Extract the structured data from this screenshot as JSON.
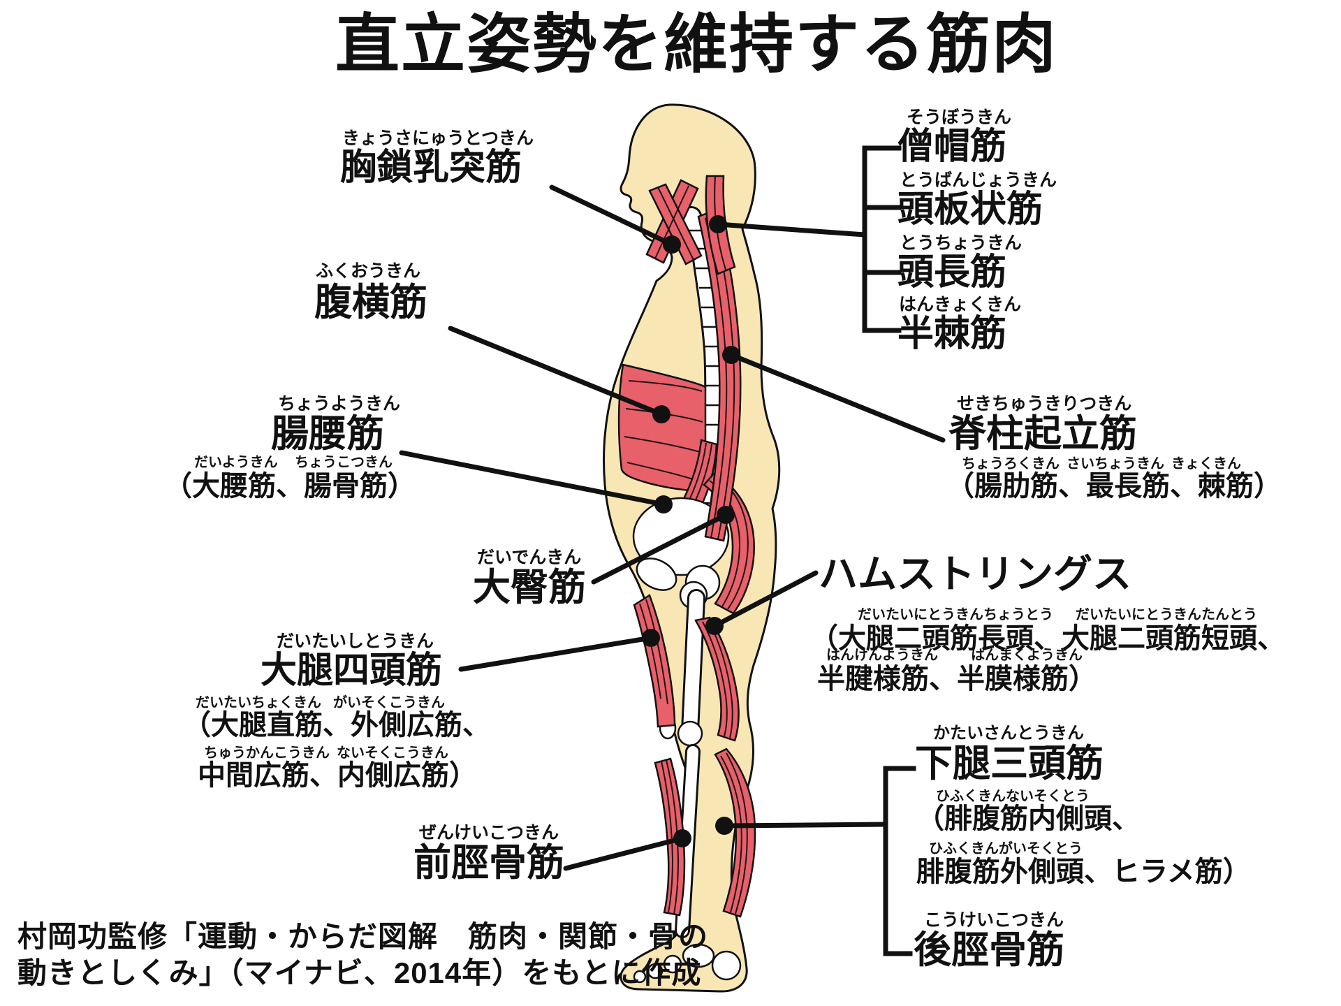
{
  "title": "直立姿勢を維持する筋肉",
  "credit_line1": "村岡功監修「運動・からだ図解　筋肉・関節・骨の",
  "credit_line2": "動きとしくみ」（マイナビ、2014年）をもとに作成",
  "colors": {
    "skin": "#F8E7B4",
    "muscle": "#E7606A",
    "outline": "#111111",
    "bone": "#FFFFFF",
    "stripe": "#1d1414"
  },
  "labels": {
    "scm": {
      "furigana": "きょうさにゅうとつきん",
      "kanji": "胸鎖乳突筋"
    },
    "transverse_abdominis": {
      "furigana": "ふくおうきん",
      "kanji": "腹横筋"
    },
    "iliopsoas": {
      "furigana": "ちょうようきん",
      "kanji": "腸腰筋",
      "sub_furigana1": "だいようきん",
      "sub_furigana2": "ちょうこつきん",
      "sub_kanji": "（大腰筋、腸骨筋）"
    },
    "gluteus_maximus": {
      "furigana": "だいでんきん",
      "kanji": "大臀筋"
    },
    "quadriceps": {
      "furigana": "だいたいしとうきん",
      "kanji": "大腿四頭筋",
      "sub1_furigana1": "だいたいちょくきん",
      "sub1_furigana2": "がいそくこうきん",
      "sub1_kanji": "（大腿直筋、外側広筋、",
      "sub2_furigana1": "ちゅうかんこうきん",
      "sub2_furigana2": "ないそくこうきん",
      "sub2_kanji": "中間広筋、内側広筋）"
    },
    "tibialis_anterior": {
      "furigana": "ぜんけいこつきん",
      "kanji": "前脛骨筋"
    },
    "trapezius": {
      "furigana": "そうぼうきん",
      "kanji": "僧帽筋"
    },
    "splenius_capitis": {
      "furigana": "とうばんじょうきん",
      "kanji": "頭板状筋"
    },
    "longus_capitis": {
      "furigana": "とうちょうきん",
      "kanji": "頭長筋"
    },
    "semispinalis": {
      "furigana": "はんきょくきん",
      "kanji": "半棘筋"
    },
    "erector_spinae": {
      "furigana": "せきちゅうきりつきん",
      "kanji": "脊柱起立筋",
      "sub_furigana1": "ちょうろくきん",
      "sub_furigana2": "さいちょうきん",
      "sub_furigana3": "きょくきん",
      "sub_kanji": "（腸肋筋、最長筋、棘筋）"
    },
    "hamstrings": {
      "kanji": "ハムストリングス",
      "sub1_furigana1": "だいたいにとうきんちょうとう",
      "sub1_furigana2": "だいたいにとうきんたんとう",
      "sub1_kanji": "（大腿二頭筋長頭、大腿二頭筋短頭、",
      "sub2_furigana1": "はんけんようきん",
      "sub2_furigana2": "はんまくようきん",
      "sub2_kanji": "半腱様筋、半膜様筋）"
    },
    "triceps_surae": {
      "furigana": "かたいさんとうきん",
      "kanji": "下腿三頭筋",
      "sub1_furigana": "ひふくきんないそくとう",
      "sub1_kanji": "（腓腹筋内側頭、",
      "sub2_furigana": "ひふくきんがいそくとう",
      "sub2_kanji": "腓腹筋外側頭、ヒラメ筋）"
    },
    "tibialis_posterior": {
      "furigana": "こうけいこつきん",
      "kanji": "後脛骨筋"
    }
  }
}
